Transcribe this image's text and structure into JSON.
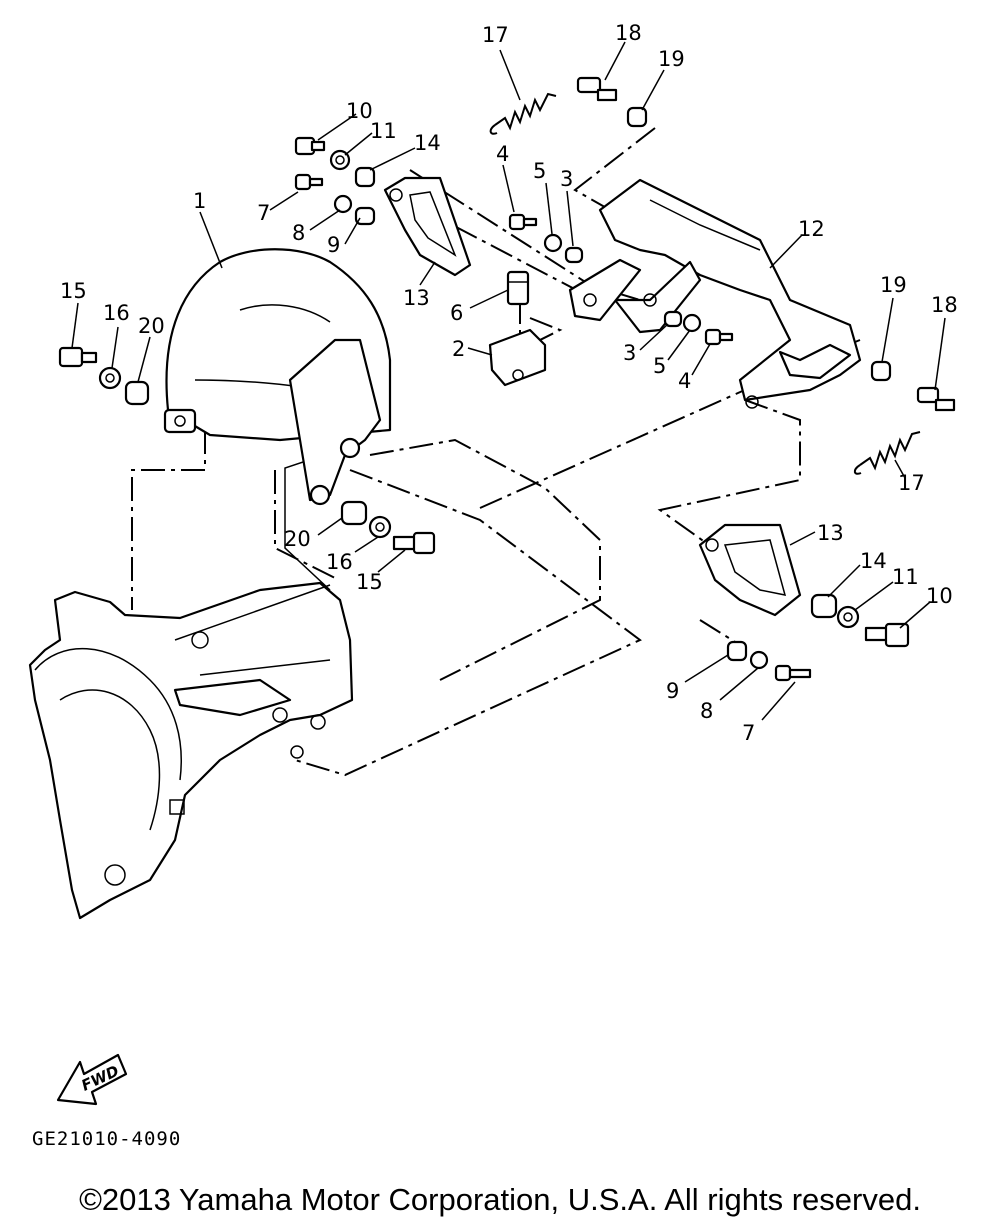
{
  "diagram_code": "GE21010-4090",
  "copyright": "©2013 Yamaha Motor Corporation, U.S.A. All rights reserved.",
  "fwd_label": "FWD",
  "callouts": {
    "c1": "1",
    "c2": "2",
    "c3a": "3",
    "c3b": "3",
    "c4a": "4",
    "c4b": "4",
    "c5a": "5",
    "c5b": "5",
    "c6": "6",
    "c7a": "7",
    "c7b": "7",
    "c8a": "8",
    "c8b": "8",
    "c9a": "9",
    "c9b": "9",
    "c10a": "10",
    "c10b": "10",
    "c11a": "11",
    "c11b": "11",
    "c12": "12",
    "c13a": "13",
    "c13b": "13",
    "c14a": "14",
    "c14b": "14",
    "c15a": "15",
    "c15b": "15",
    "c16a": "16",
    "c16b": "16",
    "c17a": "17",
    "c17b": "17",
    "c18a": "18",
    "c18b": "18",
    "c19a": "19",
    "c19b": "19",
    "c20a": "20",
    "c20b": "20"
  }
}
